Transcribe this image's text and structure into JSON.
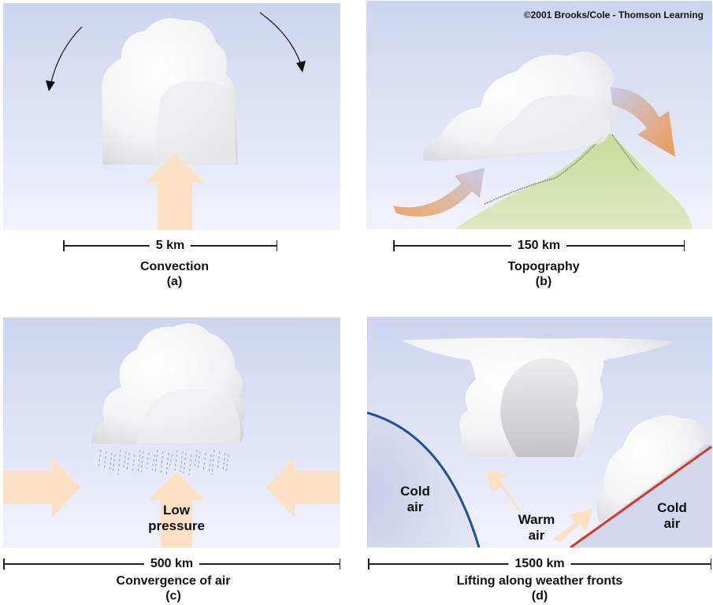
{
  "copyright": "©2001 Brooks/Cole - Thomson Learning",
  "panels": {
    "a": {
      "scale": "5 km",
      "title": "Convection",
      "letter": "(a)"
    },
    "b": {
      "scale": "150 km",
      "title": "Topography",
      "letter": "(b)"
    },
    "c": {
      "scale": "500 km",
      "title": "Convergence of air",
      "letter": "(c)",
      "low_pressure": "Low\npressure"
    },
    "d": {
      "scale": "1500 km",
      "title": "Lifting along weather fronts",
      "letter": "(d)",
      "cold_air_left": "Cold\nair",
      "warm_air": "Warm\nair",
      "cold_air_right": "Cold\nair"
    }
  },
  "colors": {
    "sky_top": "#cfd6ef",
    "sky_bottom": "#eef0fa",
    "arrow_warm": "#fbe0c4",
    "arrow_orange": "#ef9a55",
    "mountain": "#cfe0a6",
    "cold_front": "#1f4fa0",
    "warm_front": "#d23a2a"
  }
}
